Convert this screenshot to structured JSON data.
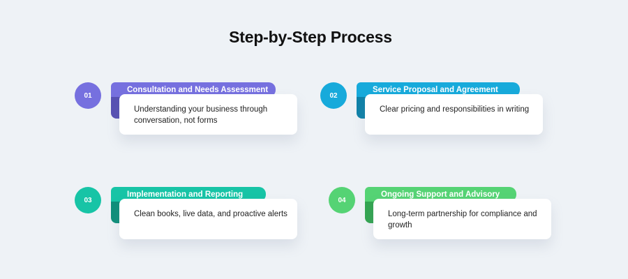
{
  "page": {
    "title": "Step-by-Step Process"
  },
  "colors": {
    "background": "#eef2f6",
    "step_1": "#7670df",
    "step_2": "#17aadb",
    "step_3": "#17c4a6",
    "step_4": "#55d374"
  },
  "steps": [
    {
      "number": "01",
      "title": "Consultation and Needs Assessment",
      "description": "Understanding your business through conversation, not forms"
    },
    {
      "number": "02",
      "title": "Service Proposal and Agreement",
      "description": "Clear pricing and responsibilities in writing"
    },
    {
      "number": "03",
      "title": "Implementation and Reporting",
      "description": "Clean books, live data, and proactive alerts"
    },
    {
      "number": "04",
      "title": "Ongoing Support and Advisory",
      "description": "Long-term partnership for compliance and growth"
    }
  ]
}
